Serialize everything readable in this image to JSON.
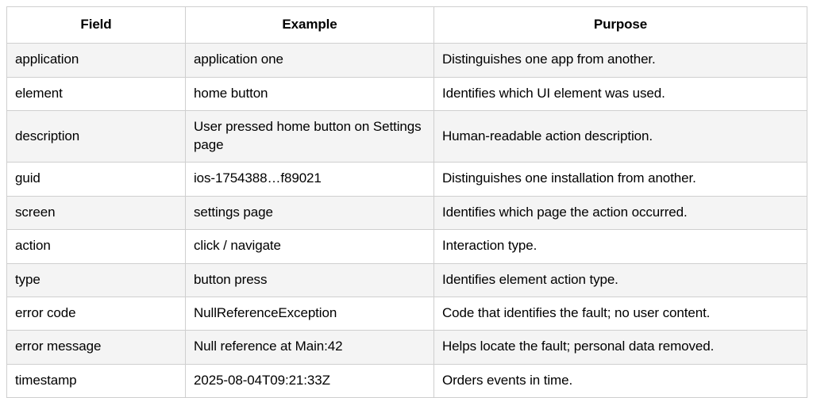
{
  "table": {
    "columns": [
      "Field",
      "Example",
      "Purpose"
    ],
    "rows": [
      {
        "field": "application",
        "example": "application one",
        "purpose": "Distinguishes one app from another."
      },
      {
        "field": "element",
        "example": "home button",
        "purpose": "Identifies which UI element was used."
      },
      {
        "field": "description",
        "example": "User pressed home button on Settings page",
        "purpose": "Human-readable action description."
      },
      {
        "field": "guid",
        "example": "ios-1754388…f89021",
        "purpose": "Distinguishes one installation from another."
      },
      {
        "field": "screen",
        "example": "settings page",
        "purpose": "Identifies which page the action occurred."
      },
      {
        "field": "action",
        "example": "click / navigate",
        "purpose": "Interaction type."
      },
      {
        "field": "type",
        "example": "button press",
        "purpose": "Identifies element action type."
      },
      {
        "field": "error code",
        "example": "NullReferenceException",
        "purpose": "Code that identifies the fault; no user content."
      },
      {
        "field": "error message",
        "example": "Null reference at Main:42",
        "purpose": "Helps locate the fault; personal data removed."
      },
      {
        "field": "timestamp",
        "example": "2025-08-04T09:21:33Z",
        "purpose": "Orders events in time."
      }
    ]
  },
  "colors": {
    "border": "#cfcfcf",
    "row_alt_background": "#f4f4f4",
    "row_background": "#ffffff",
    "text": "#000000"
  }
}
